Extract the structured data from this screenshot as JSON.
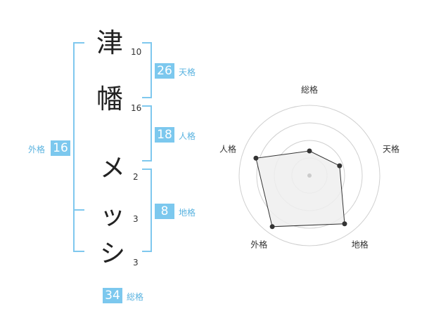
{
  "name": {
    "characters": [
      {
        "char": "津",
        "strokes": "10"
      },
      {
        "char": "幡",
        "strokes": "16"
      },
      {
        "char": "メ",
        "strokes": "2"
      },
      {
        "char": "ッ",
        "strokes": "3"
      },
      {
        "char": "シ",
        "strokes": "3"
      }
    ]
  },
  "fortunes": {
    "tenkaku": {
      "value": "26",
      "label": "天格"
    },
    "jinkaku": {
      "value": "18",
      "label": "人格"
    },
    "chikaku": {
      "value": "8",
      "label": "地格"
    },
    "gaikaku": {
      "value": "16",
      "label": "外格"
    },
    "soukaku": {
      "value": "34",
      "label": "総格"
    }
  },
  "radar": {
    "axes": [
      "総格",
      "天格",
      "地格",
      "外格",
      "人格"
    ],
    "levels": 4,
    "values": [
      0.35,
      0.45,
      0.85,
      0.9,
      0.8
    ],
    "colors": {
      "fill": "#eeeeee",
      "stroke": "#333333",
      "grid": "#d0d0d0",
      "center": "#cccccc"
    }
  }
}
